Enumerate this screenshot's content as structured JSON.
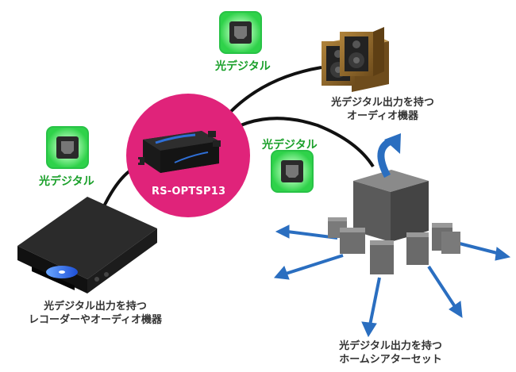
{
  "product": {
    "name": "RS-OPTSP13",
    "accent": "#e0237a"
  },
  "optical_labels": [
    "光デジタル",
    "光デジタル",
    "光デジタル"
  ],
  "devices": {
    "source": {
      "line1": "光デジタル出力を持つ",
      "line2": "レコーダーやオーディオ機器",
      "icon": "recorder-icon"
    },
    "speakers": {
      "line1": "光デジタル出力を持つ",
      "line2": "オーディオ機器",
      "icon": "speakers-icon"
    },
    "theater": {
      "line1": "光デジタル出力を持つ",
      "line2": "ホームシアターセット",
      "icon": "home-theater-icon"
    }
  },
  "colors": {
    "optical_green": "#3ee05a",
    "label_green": "#1aa02a",
    "cable": "#111111",
    "arrow_blue": "#2a6ec0"
  }
}
